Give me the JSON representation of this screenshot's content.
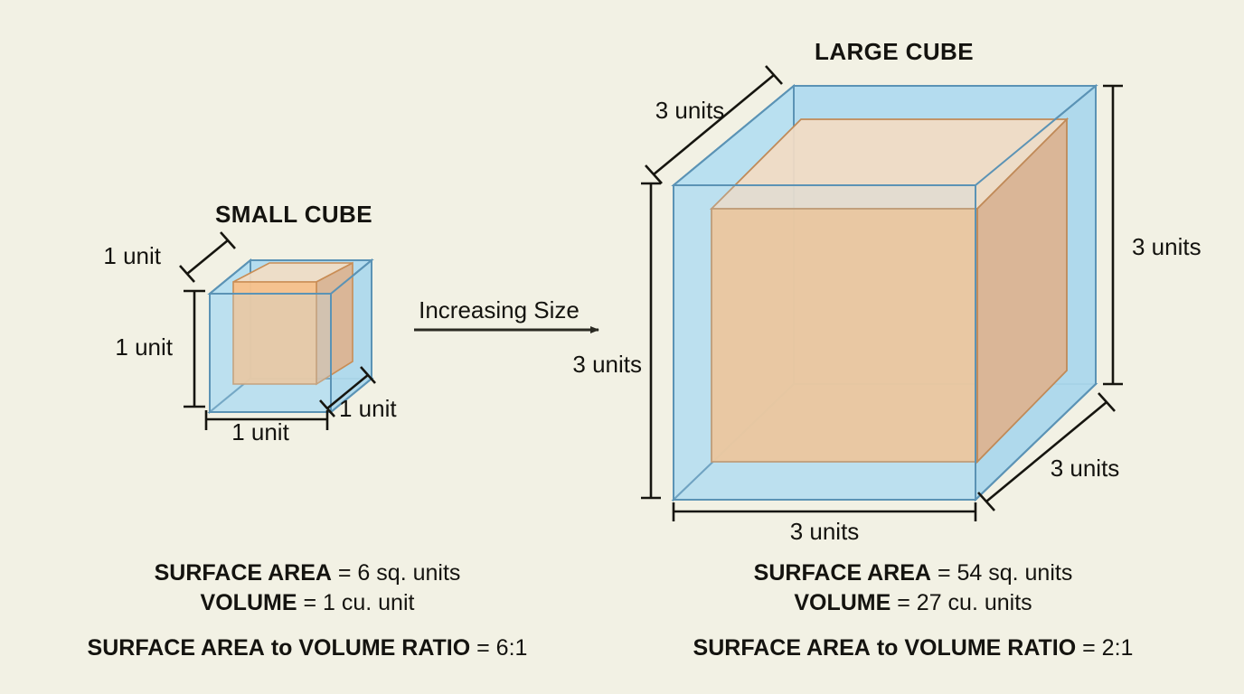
{
  "background_color": "#f2f1e4",
  "colors": {
    "outer_cube_fill": "#b9dff0",
    "outer_cube_stroke": "#5b93b5",
    "inner_cube_front_fill": "#f8c18a",
    "inner_cube_top_fill": "#f2dcc4",
    "inner_cube_side_fill": "#dcb492",
    "inner_cube_stroke": "#c98d55",
    "text_color": "#14130f",
    "dimension_line_color": "#16150f"
  },
  "small_cube": {
    "title": "SMALL CUBE",
    "dimensions": {
      "depth": "1 unit",
      "height": "1 unit",
      "width": "1 unit",
      "depth_front": "1 unit"
    },
    "stats": {
      "surface_area_label": "SURFACE AREA",
      "surface_area_value": "= 6 sq. units",
      "volume_label": "VOLUME",
      "volume_value": "= 1 cu. unit",
      "ratio_label_part1": "SURFACE AREA",
      "ratio_label_to": "to",
      "ratio_label_part2": "VOLUME RATIO",
      "ratio_value": "= 6:1"
    }
  },
  "large_cube": {
    "title": "LARGE CUBE",
    "dimensions": {
      "depth": "3 units",
      "height_left": "3 units",
      "height_right": "3 units",
      "width": "3 units",
      "depth_front": "3 units"
    },
    "stats": {
      "surface_area_label": "SURFACE AREA",
      "surface_area_value": "= 54 sq. units",
      "volume_label": "VOLUME",
      "volume_value": "= 27 cu. units",
      "ratio_label_part1": "SURFACE AREA",
      "ratio_label_to": "to",
      "ratio_label_part2": "VOLUME RATIO",
      "ratio_value": "= 2:1"
    }
  },
  "transition": {
    "label": "Increasing Size",
    "arrow_direction": "right"
  }
}
